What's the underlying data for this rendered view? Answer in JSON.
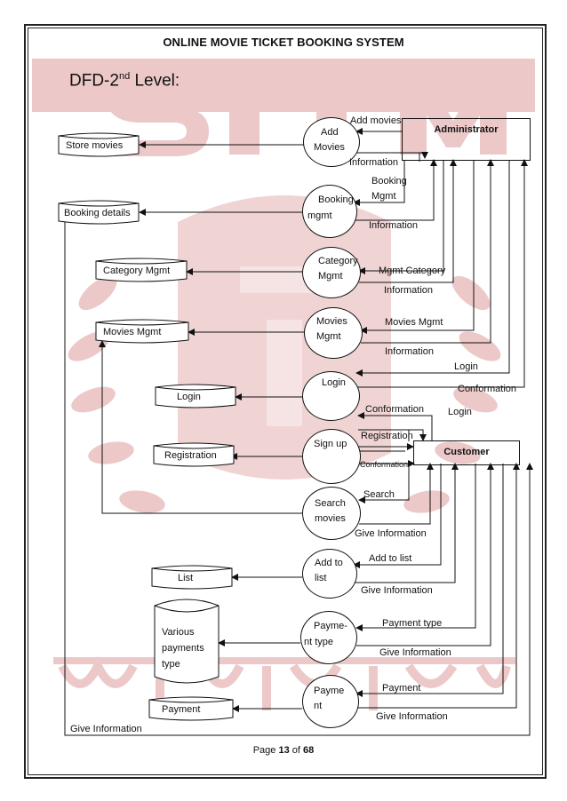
{
  "page": {
    "header": "ONLINE MOVIE TICKET BOOKING SYSTEM",
    "subtitle": "DFD-2",
    "subtitle_sup": "nd",
    "subtitle_suffix": " Level:",
    "footer_prefix": "Page ",
    "footer_page": "13",
    "footer_mid": " of ",
    "footer_total": "68",
    "watermark_text": "SITM",
    "watermark_color": "#c97a7a"
  },
  "entities": {
    "administrator": "Administrator",
    "customer": "Customer"
  },
  "processes": {
    "add_movies": [
      "Add",
      "Movies"
    ],
    "booking_mgmt": [
      "Booking",
      "mgmt"
    ],
    "category_mgmt": [
      "Category",
      "Mgmt"
    ],
    "movies_mgmt": [
      "Movies",
      "Mgmt"
    ],
    "login": [
      "Login"
    ],
    "sign_up": [
      "Sign up"
    ],
    "search_movies": [
      "Search",
      "movies"
    ],
    "add_to_list": [
      "Add to",
      "list"
    ],
    "payment_type": [
      "Payme-",
      "nt  type"
    ],
    "payment": [
      "Payme",
      "nt"
    ]
  },
  "stores": {
    "store_movies": "Store movies",
    "booking_details": "Booking details",
    "category_mgmt": "Category Mgmt",
    "movies_mgmt": "Movies Mgmt",
    "login": "Login",
    "registration": "Registration",
    "list": "List",
    "various_payments": [
      "Various",
      "payments",
      "type"
    ],
    "payment": "Payment"
  },
  "flows": {
    "add_movies": "Add movies",
    "information_1": "Information",
    "booking": "Booking",
    "mgmt": "Mgmt",
    "information_2": "Information",
    "mgmt_category": "Mgmt Category",
    "information_3": "Information",
    "movies_mgmt": "Movies Mgmt",
    "information_4": "Information",
    "login_admin": "Login",
    "conformation_admin": "Conformation",
    "conformation_cust": "Conformation",
    "login_cust": "Login",
    "registration": "Registration",
    "conformation_signup": "Conformation",
    "search": "Search",
    "give_information_1": "Give Information",
    "add_to_list": "Add to  list",
    "give_information_2": "Give Information",
    "payment_type": "Payment type",
    "give_information_3": "Give Information",
    "payment": "Payment",
    "give_information_4": "Give Information",
    "give_information_left": "Give Information"
  }
}
